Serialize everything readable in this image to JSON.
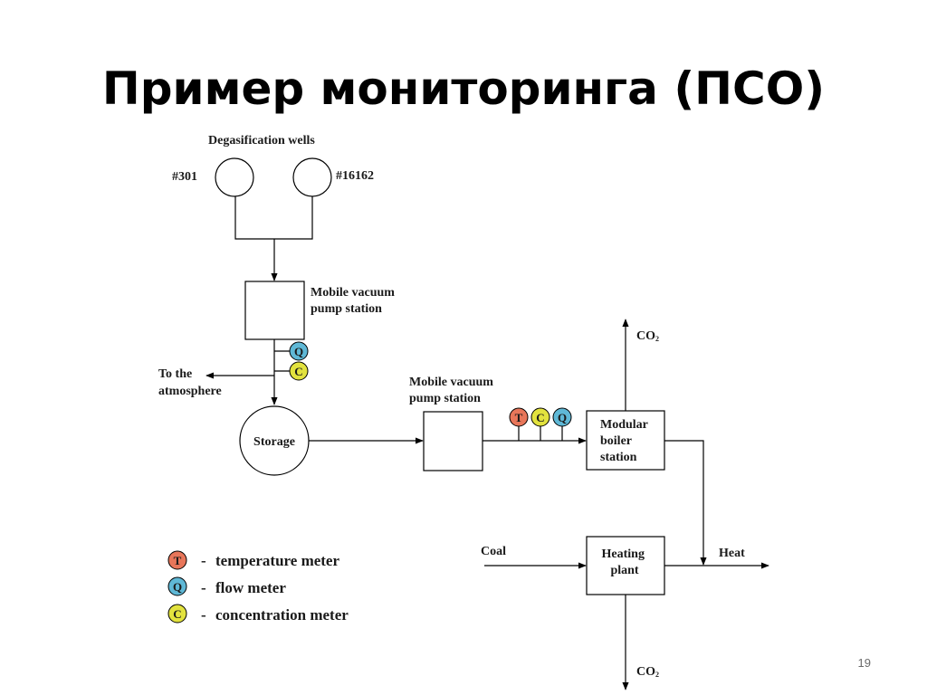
{
  "slide": {
    "title": "Пример мониторинга (ПСО)",
    "page_number": "19"
  },
  "diagram": {
    "wells_title": "Degasification wells",
    "well_left": "#301",
    "well_right": "#16162",
    "pump_station_1": [
      "Mobile vacuum",
      "pump station"
    ],
    "pump_station_2": [
      "Mobile vacuum",
      "pump station"
    ],
    "atmosphere": [
      "To the",
      "atmosphere"
    ],
    "storage": "Storage",
    "boiler": [
      "Modular",
      "boiler",
      "station"
    ],
    "heating": [
      "Heating",
      "plant"
    ],
    "coal": "Coal",
    "heat": "Heat",
    "co2_top": "CO",
    "co2_bottom": "CO",
    "co2_sub": "2"
  },
  "meters": {
    "T": {
      "letter": "T",
      "color": "#e8765a"
    },
    "Q": {
      "letter": "Q",
      "color": "#5fb8d6"
    },
    "C": {
      "letter": "C",
      "color": "#e2e23e"
    }
  },
  "legend": [
    {
      "letter": "T",
      "dash": "-",
      "text": "temperature meter"
    },
    {
      "letter": "Q",
      "dash": "-",
      "text": "flow meter"
    },
    {
      "letter": "C",
      "dash": "-",
      "text": "concentration meter"
    }
  ]
}
